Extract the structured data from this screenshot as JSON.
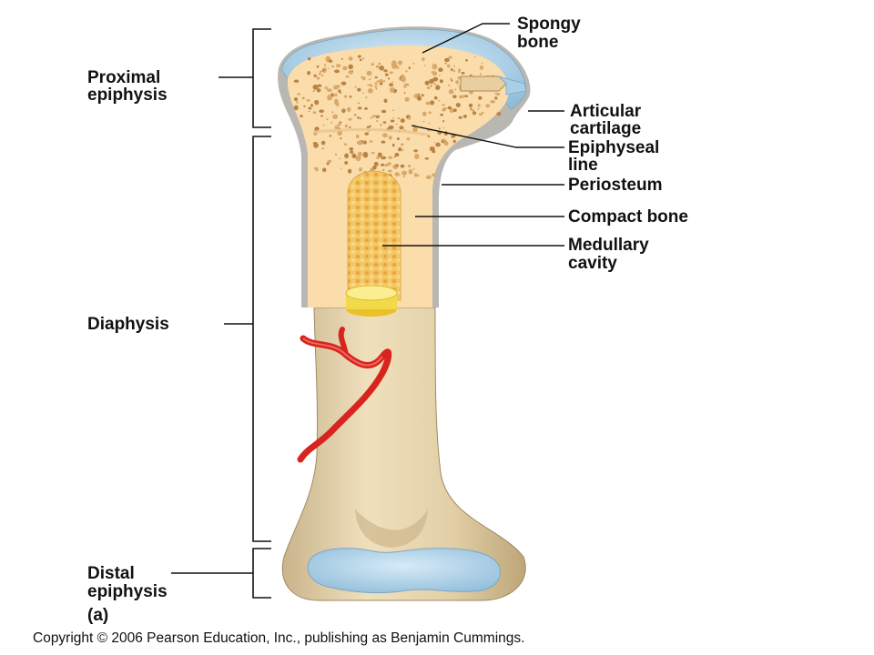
{
  "labels": {
    "spongy_bone": [
      "Spongy",
      "bone"
    ],
    "articular_cartilage": [
      "Articular",
      "cartilage"
    ],
    "epiphyseal_line": [
      "Epiphyseal",
      "line"
    ],
    "periosteum": [
      "Periosteum"
    ],
    "compact_bone": [
      "Compact bone"
    ],
    "medullary_cavity": [
      "Medullary",
      "cavity"
    ],
    "proximal_epiphysis": [
      "Proximal",
      "epiphysis"
    ],
    "diaphysis": [
      "Diaphysis"
    ],
    "distal_epiphysis": [
      "Distal",
      "epiphysis"
    ]
  },
  "panel_label": "(a)",
  "copyright": "Copyright © 2006 Pearson Education, Inc., publishing as Benjamin Cummings.",
  "colors": {
    "bone_exterior": "#e3d1a8",
    "cut_surface": "#fbdcab",
    "spongy_dots": "#c9945a",
    "marrow": "#f2bf55",
    "cartilage": "#a9cfe5",
    "periosteum": "#b9b7b1",
    "blood_vessel": "#d8241e"
  }
}
